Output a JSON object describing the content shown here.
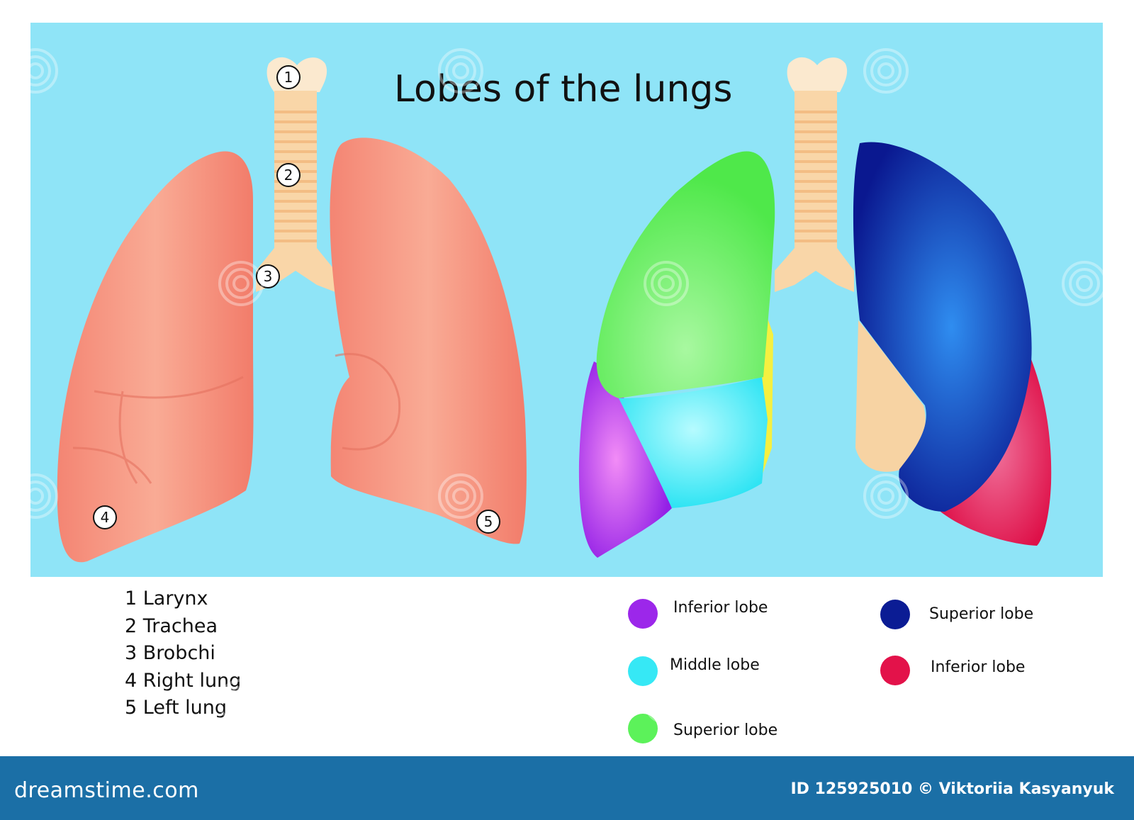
{
  "title": "Lobes of the lungs",
  "callouts": [
    "1",
    "2",
    "3",
    "4",
    "5"
  ],
  "parts_list": [
    "1 Larynx",
    "2 Trachea",
    "3 Brobchi",
    "4 Right lung",
    "5 Left lung"
  ],
  "legend": [
    {
      "label": "Inferior lobe",
      "color": "#9c27ea"
    },
    {
      "label": "Middle lobe",
      "color": "#36e8f5"
    },
    {
      "label": "Superior lobe",
      "color": "#5cf25a"
    },
    {
      "label": "Superior lobe",
      "color": "#0b1c94"
    },
    {
      "label": "Inferior lobe",
      "color": "#e3124a"
    }
  ],
  "watermark_text": "dreamstime",
  "footer": {
    "brand": "dreamstime.com",
    "credit": "ID 125925010 © Viktoriia Kasyanyuk"
  },
  "colors": {
    "background": "#8fe4f7",
    "lung": "#f48f7d",
    "airway": "#f9d6a8",
    "footer": "#1b6fa6"
  }
}
